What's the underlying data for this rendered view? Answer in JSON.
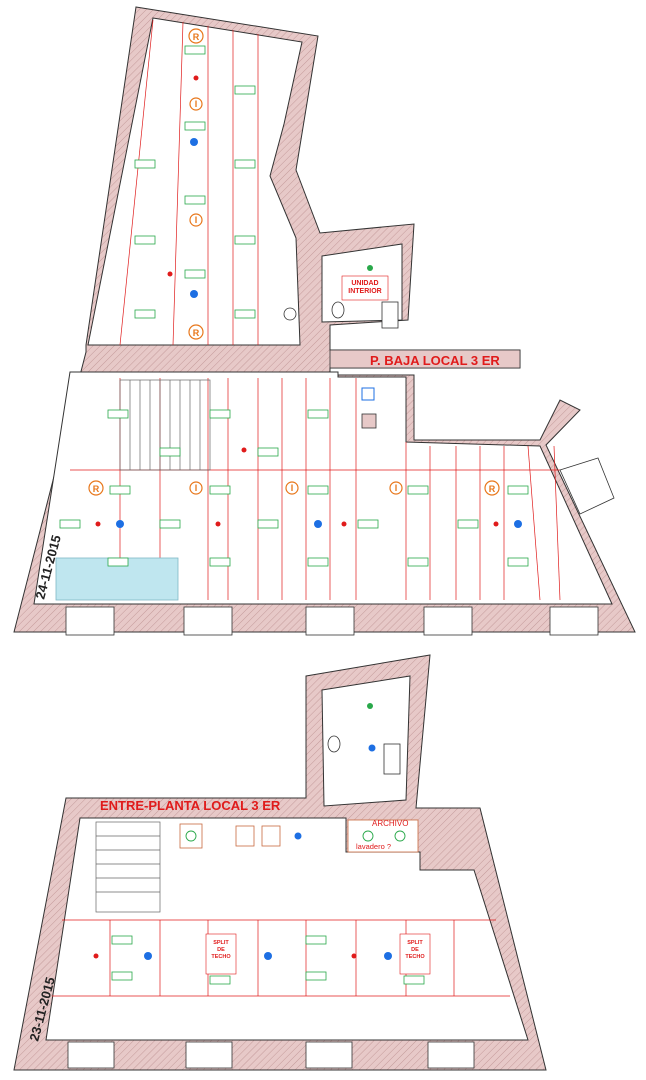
{
  "colors": {
    "wall_fill": "#e7c9c8",
    "wall_stroke": "#333333",
    "hatch": "#b98c8c",
    "red": "#e01b1b",
    "blue": "#1d6fe3",
    "green": "#29a84a",
    "orange": "#e8771b",
    "duct": "#c86a40",
    "cyan_fill": "#bfe6ef"
  },
  "plans": [
    {
      "id": "ground-floor",
      "title": "P. BAJA LOCAL 3 ER",
      "inner_label": "UNIDAD\nINTERIOR",
      "date": "24-11-2015",
      "letter_r": "R",
      "letter_i": "I"
    },
    {
      "id": "mezzanine",
      "title": "ENTRE-PLANTA LOCAL 3 ER",
      "archivo_label": "ARCHIVO",
      "lavadero_label": "lavadero ?",
      "split_label": "SPLIT\nDE\nTECHO",
      "date": "23-11-2015"
    }
  ],
  "symbols": [
    "wall",
    "window-bay",
    "radiator",
    "light-fixture-linear",
    "sprinkler-blue",
    "detector-red",
    "return-grille",
    "intake-grille",
    "toilet",
    "sink",
    "stair",
    "split-unit"
  ]
}
